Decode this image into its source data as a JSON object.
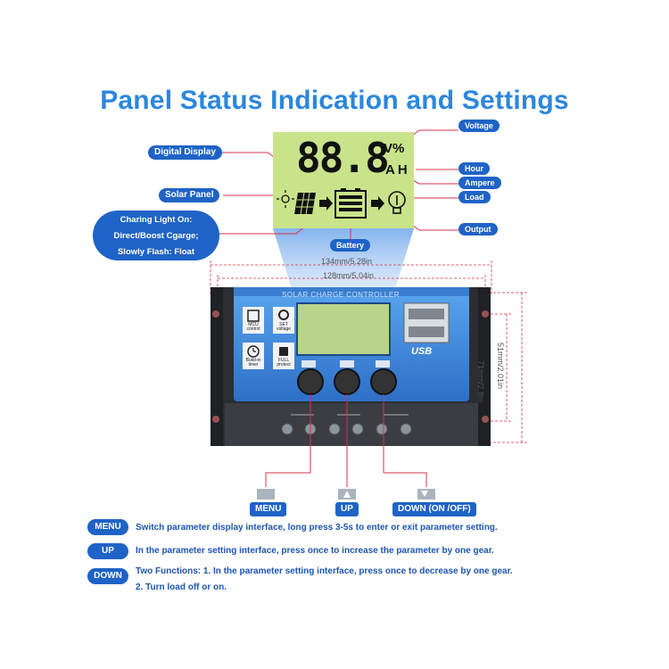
{
  "title": "Panel Status Indication and Settings",
  "callouts": {
    "digital_display": "Digital Display",
    "solar_panel": "Solar Panel",
    "voltage": "Voltage",
    "hour": "Hour",
    "ampere": "Ampere",
    "load": "Load",
    "output": "Output",
    "battery": "Battery",
    "charging_line1": "Charing Light On:",
    "charging_line2": "Direct/Boost Cgarge;",
    "charging_line3": "Slowly Flash: Float"
  },
  "lcd": {
    "digits": "88.8",
    "unit_top": "V%",
    "unit_bottom": "AH"
  },
  "dimensions": {
    "outer_width": "134mm/5.28in",
    "inner_width": "128mm/5.04in",
    "outer_height": "71mm/2.8in",
    "inner_height": "51mm/2.01in"
  },
  "device": {
    "header": "SOLAR CHARGE CONTROLLER",
    "usb_label": "USB",
    "icons": [
      {
        "label": "MCU control"
      },
      {
        "label": "SET voltage"
      },
      {
        "label": "Build-in timer"
      },
      {
        "label": "FULL protect"
      }
    ]
  },
  "buttons": {
    "menu": "MENU",
    "up": "UP",
    "down": "DOWN (ON /OFF)"
  },
  "descriptions": [
    {
      "tag": "MENU",
      "text": "Switch parameter display interface, long press 3-5s to enter or exit parameter setting."
    },
    {
      "tag": "UP",
      "text": "In the parameter setting interface, press once to increase the parameter by one gear."
    },
    {
      "tag": "DOWN",
      "text": "Two Functions: 1. In the parameter setting interface, press once to decrease by one gear.",
      "text2": "2. Turn load off or on."
    }
  ],
  "colors": {
    "title": "#2c86dd",
    "pill": "#1f63c6",
    "lcd": "#c9e38a",
    "panel_blue": "#3b86d8",
    "leader_red": "#d6334a"
  }
}
